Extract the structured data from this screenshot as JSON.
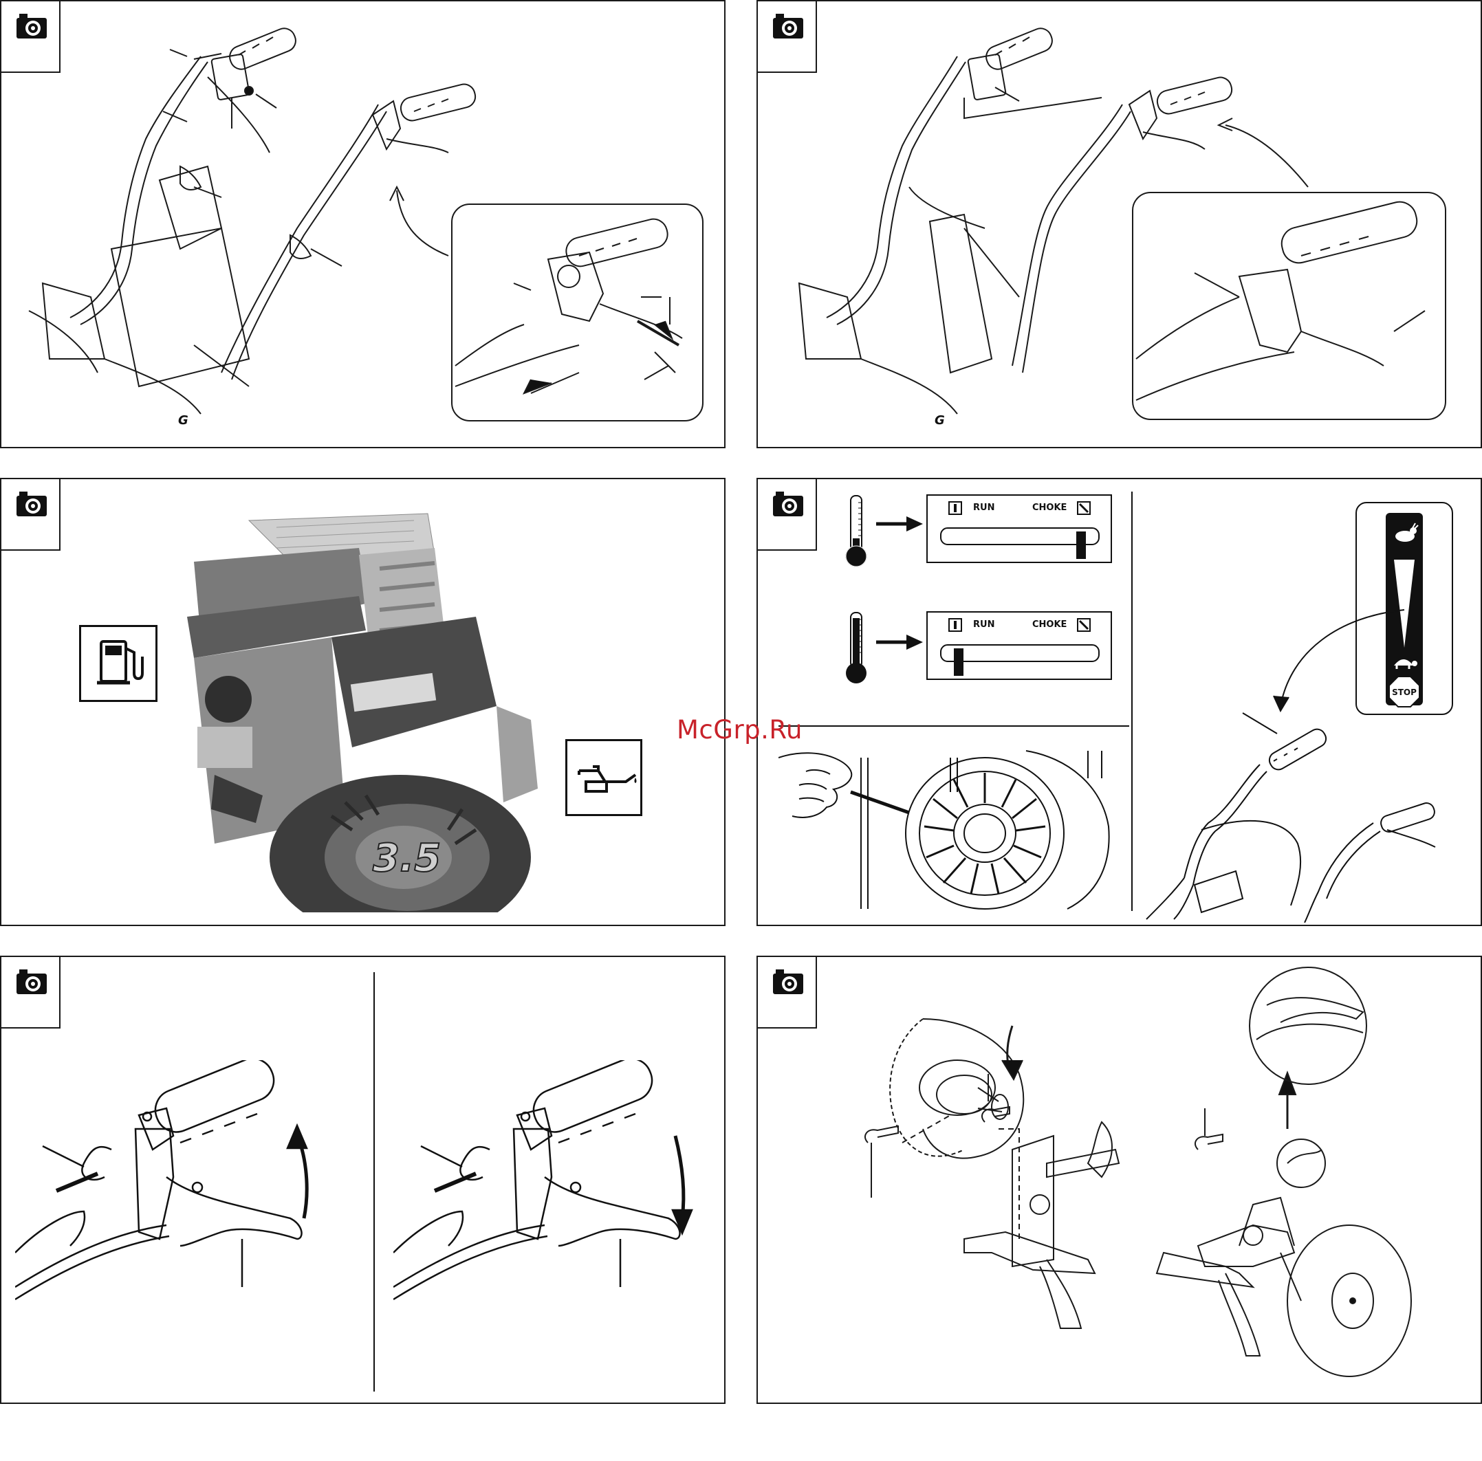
{
  "watermark": "McGrp.Ru",
  "choke_panel": {
    "cold_run_label": "RUN",
    "cold_choke_label": "CHOKE",
    "warm_run_label": "RUN",
    "warm_choke_label": "CHOKE"
  },
  "throttle_label": {
    "stop": "STOP"
  },
  "engine": {
    "badge": "3.5"
  },
  "colors": {
    "watermark": "#c8222a",
    "ink": "#1a1a1a",
    "photo": "#6b6b6b"
  },
  "icons": [
    "camera-icon",
    "fuel-pump-icon",
    "oil-can-icon",
    "thermometer-icon",
    "rabbit-icon",
    "turtle-icon",
    "stop-sign-icon"
  ]
}
